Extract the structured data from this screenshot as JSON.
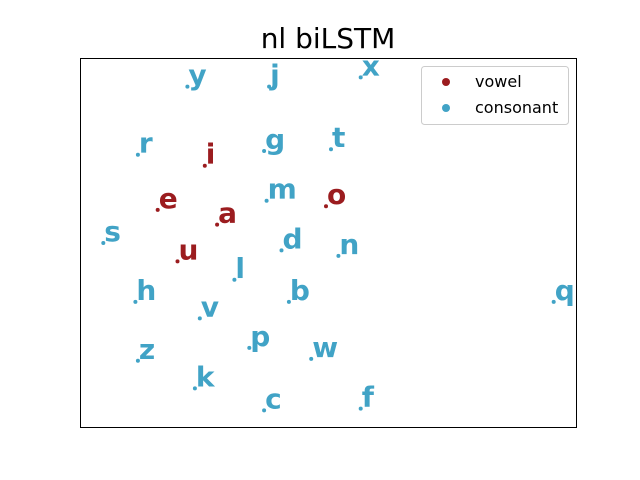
{
  "chart_data": {
    "type": "scatter",
    "title": "nl biLSTM",
    "xlabel": "",
    "ylabel": "",
    "xlim": [
      0,
      100
    ],
    "ylim": [
      0,
      100
    ],
    "grid": false,
    "axis_ticks": false,
    "legend_position": "top-right",
    "series": [
      {
        "name": "vowel",
        "color": "#9b1c1f",
        "points": [
          {
            "label": "i",
            "x": 25.0,
            "y": 71.0
          },
          {
            "label": "e",
            "x": 15.5,
            "y": 59.0
          },
          {
            "label": "a",
            "x": 27.5,
            "y": 55.0
          },
          {
            "label": "o",
            "x": 49.5,
            "y": 60.0
          },
          {
            "label": "u",
            "x": 19.5,
            "y": 45.0
          }
        ]
      },
      {
        "name": "consonant",
        "color": "#41a3c6",
        "points": [
          {
            "label": "y",
            "x": 21.5,
            "y": 92.5
          },
          {
            "label": "j",
            "x": 38.0,
            "y": 92.5
          },
          {
            "label": "x",
            "x": 56.5,
            "y": 95.0
          },
          {
            "label": "r",
            "x": 11.5,
            "y": 74.0
          },
          {
            "label": "g",
            "x": 37.0,
            "y": 75.0
          },
          {
            "label": "t",
            "x": 50.5,
            "y": 75.5
          },
          {
            "label": "m",
            "x": 37.5,
            "y": 61.5
          },
          {
            "label": "s",
            "x": 4.5,
            "y": 50.0
          },
          {
            "label": "d",
            "x": 40.5,
            "y": 48.0
          },
          {
            "label": "n",
            "x": 52.0,
            "y": 46.5
          },
          {
            "label": "l",
            "x": 31.0,
            "y": 40.0
          },
          {
            "label": "h",
            "x": 11.0,
            "y": 34.0
          },
          {
            "label": "b",
            "x": 42.0,
            "y": 34.0
          },
          {
            "label": "v",
            "x": 24.0,
            "y": 29.5
          },
          {
            "label": "q",
            "x": 95.5,
            "y": 34.0
          },
          {
            "label": "p",
            "x": 34.0,
            "y": 21.5
          },
          {
            "label": "z",
            "x": 11.5,
            "y": 18.0
          },
          {
            "label": "w",
            "x": 46.5,
            "y": 18.5
          },
          {
            "label": "k",
            "x": 23.0,
            "y": 10.5
          },
          {
            "label": "c",
            "x": 37.0,
            "y": 4.5
          },
          {
            "label": "f",
            "x": 56.5,
            "y": 5.0
          }
        ]
      }
    ]
  }
}
